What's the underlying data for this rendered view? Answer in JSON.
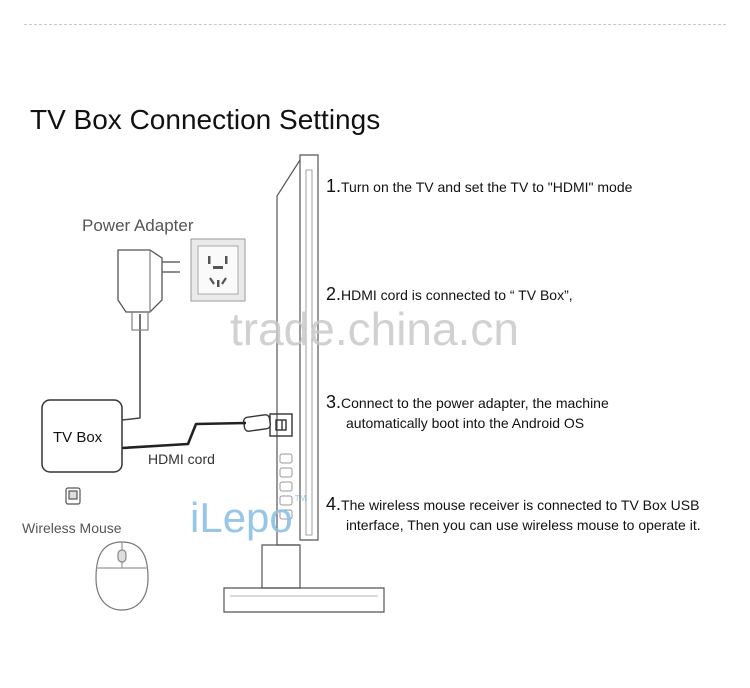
{
  "title": "TV Box Connection Settings",
  "labels": {
    "power_adapter": "Power Adapter",
    "tv_box": "TV Box",
    "hdmi_cord": "HDMI cord",
    "wireless_mouse": "Wireless Mouse"
  },
  "steps": [
    {
      "num": "1.",
      "line1": "Turn on the TV and set the TV to \"HDMI\" mode",
      "line2": ""
    },
    {
      "num": "2.",
      "line1": "HDMI cord is connected to “ TV Box”,",
      "line2": ""
    },
    {
      "num": "3.",
      "line1": "Connect to the power adapter, the machine",
      "line2": "automatically boot into the Android OS"
    },
    {
      "num": "4.",
      "line1": "The wireless mouse receiver is connected to TV  Box USB",
      "line2": "interface, Then you can use wireless mouse to operate it."
    }
  ],
  "watermark": "trade.china.cn",
  "brand": {
    "text": "iLepo",
    "mark": "TM"
  },
  "colors": {
    "line": "#333333",
    "watermark": "#c9c9c9",
    "brand": "#8cc0e6"
  }
}
